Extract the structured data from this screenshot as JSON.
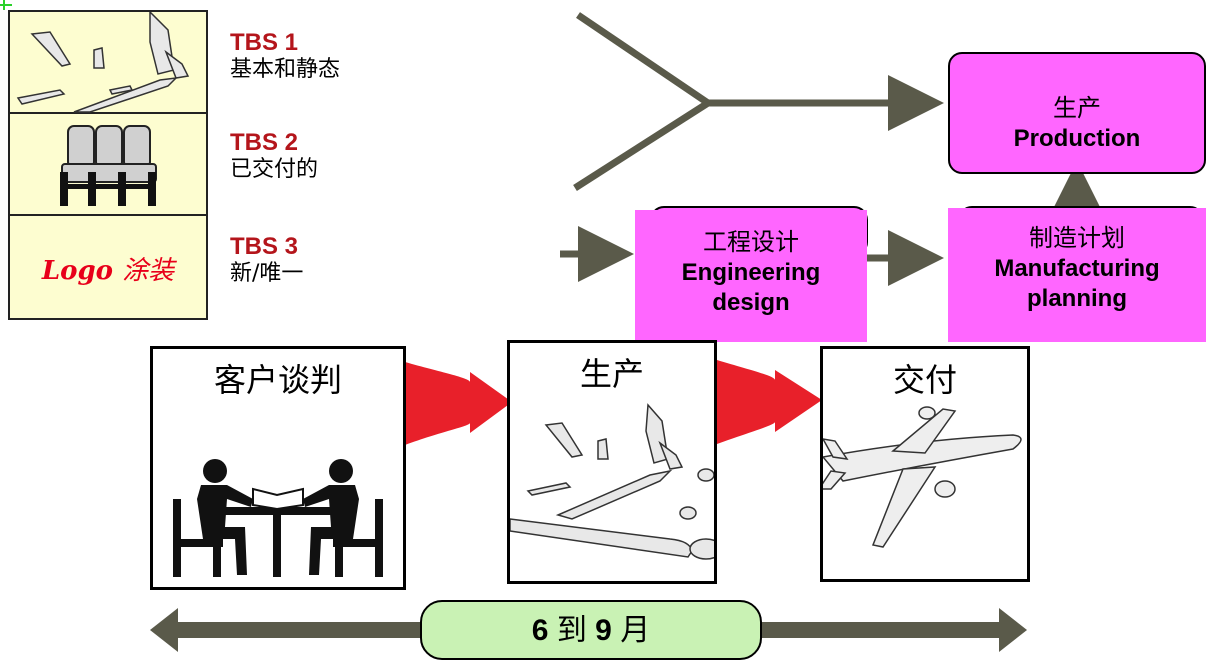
{
  "tbs": [
    {
      "title": "TBS 1",
      "desc": "基本和静态",
      "icon": "airplane-parts-icon"
    },
    {
      "title": "TBS 2",
      "desc": "已交付的",
      "icon": "seats-icon"
    },
    {
      "title": "TBS 3",
      "desc": "新/唯一",
      "logo_word": "Logo",
      "logo_cn": "涂装"
    }
  ],
  "boxes": {
    "production": {
      "cn": "生产",
      "en": "Production"
    },
    "engineering": {
      "cn": "工程设计",
      "en1": "Engineering",
      "en2": "design"
    },
    "manufacturing": {
      "cn": "制造计划",
      "en1": "Manufacturing",
      "en2": "planning"
    }
  },
  "stages": [
    {
      "title": "客户谈判",
      "icon": "negotiation-icon"
    },
    {
      "title": "生产",
      "icon": "airplane-assembly-icon"
    },
    {
      "title": "交付",
      "icon": "airplane-icon"
    }
  ],
  "duration": {
    "num1": "6",
    "mid": "到",
    "num2": "9",
    "unit": "月"
  },
  "colors": {
    "arrow_gray": "#5a5a4a",
    "pink": "#ff66ff",
    "red": "#e8202a",
    "green": "#c9f2b4",
    "tbs_red": "#b4151b",
    "panel": "#fdfdd0"
  }
}
